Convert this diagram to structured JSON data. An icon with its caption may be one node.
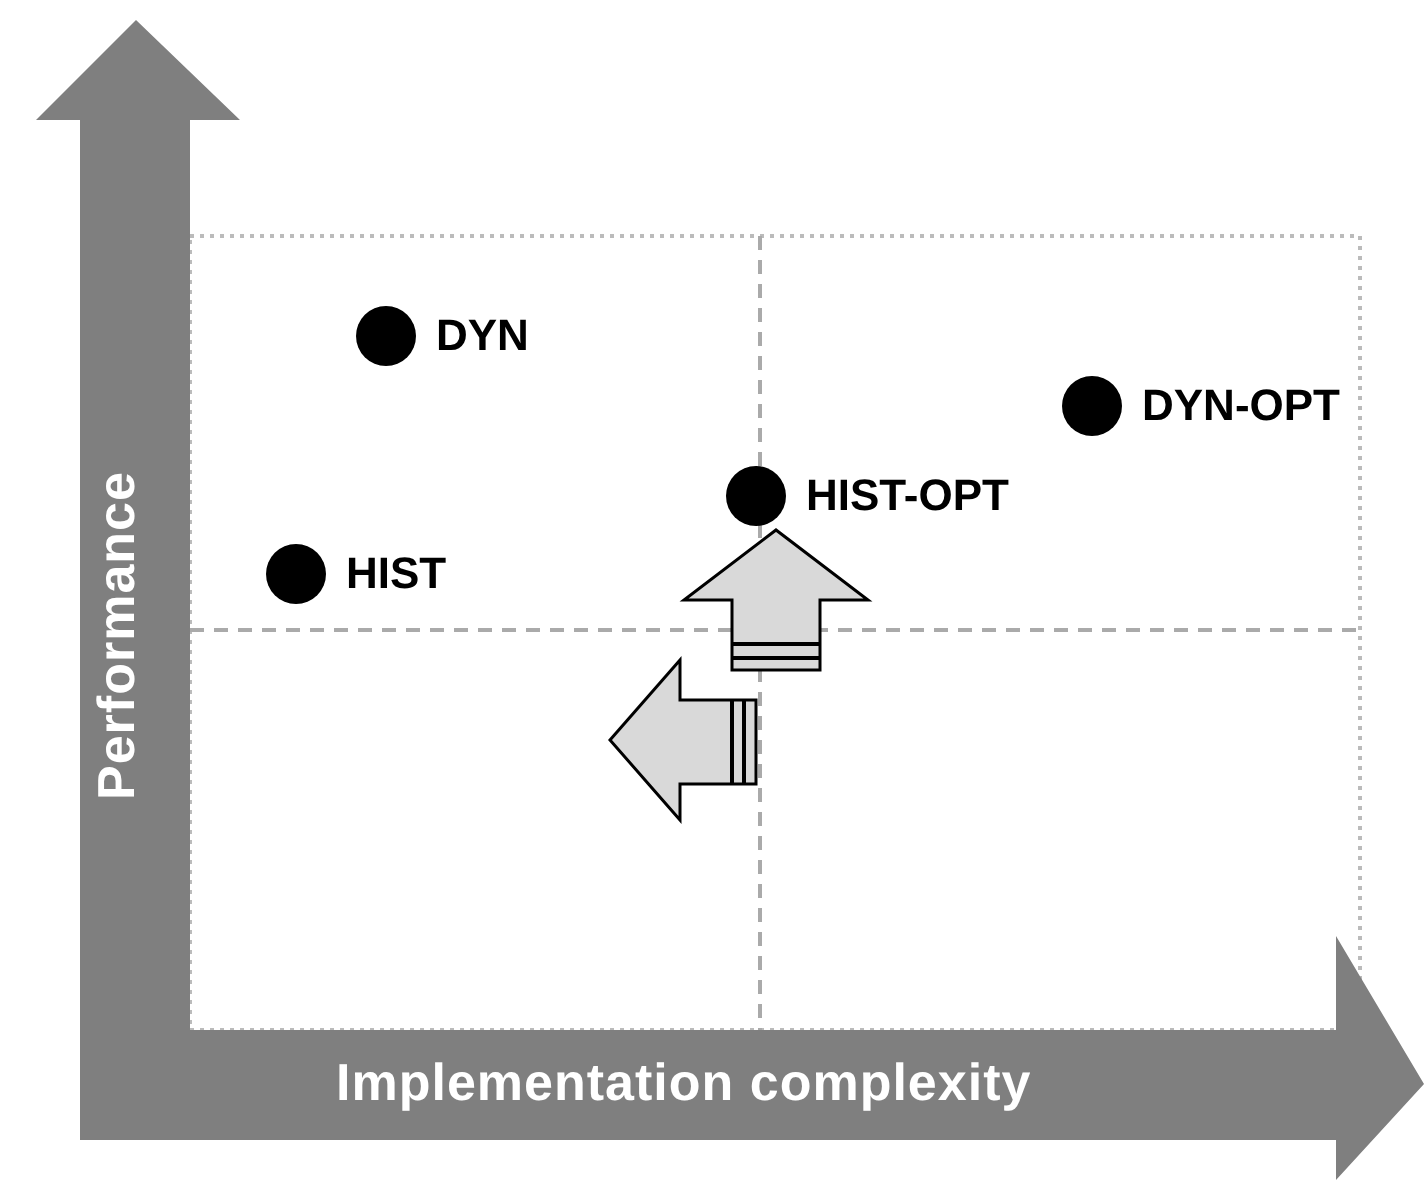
{
  "diagram": {
    "nodes": [
      {
        "text": [],
        "shape": "circle",
        "beside": [
          "DYN"
        ]
      },
      {
        "text": [],
        "shape": "circle",
        "beside": [
          "DYN-OPT"
        ]
      },
      {
        "text": [],
        "shape": "circle",
        "beside": [
          "HIST-OPT"
        ]
      },
      {
        "text": [],
        "shape": "circle",
        "beside": [
          "HIST"
        ]
      }
    ],
    "labels": [
      "Performance",
      "Implementation complexity"
    ]
  }
}
